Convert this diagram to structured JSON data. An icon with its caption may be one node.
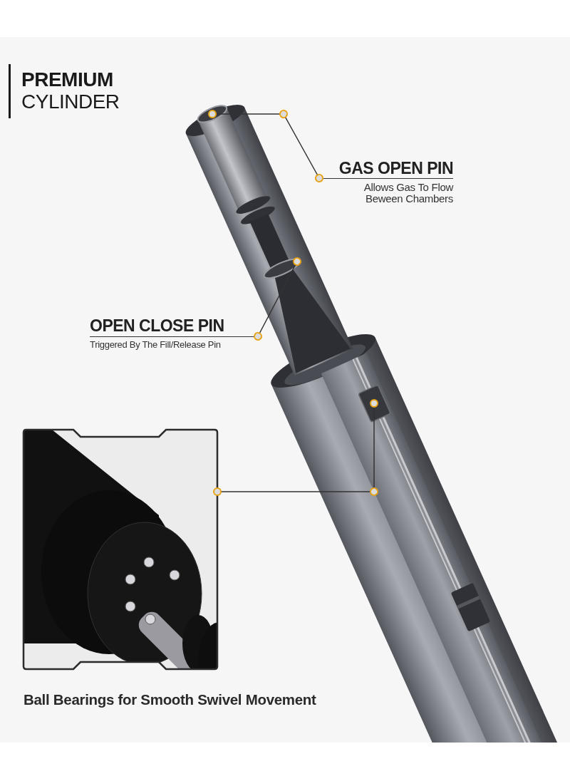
{
  "diagram": {
    "title": "**PREMIUM** CYLINDER",
    "nodes": [
      {
        "text": [
          "GAS OPEN PIN",
          "Allows Gas To Flow Beween Chambers"
        ]
      },
      {
        "text": [],
        "shape": "circle"
      },
      {
        "text": [
          "OPEN CLOSE PIN",
          "Triggered By The Fill/Release Pin"
        ]
      },
      {
        "text": [],
        "shape": "circle"
      },
      {
        "text": [],
        "shape": "picture",
        "beside": [
          "Ball Bearings for Smooth Swivel Movement"
        ]
      },
      {
        "text": [],
        "shape": "box"
      }
    ],
    "edges": [
      {
        "from": 0,
        "to": 1,
        "arrow": "other"
      },
      {
        "from": 2,
        "to": 3,
        "arrow": "other"
      },
      {
        "from": 4,
        "to": 5,
        "arrow": "other"
      }
    ]
  }
}
